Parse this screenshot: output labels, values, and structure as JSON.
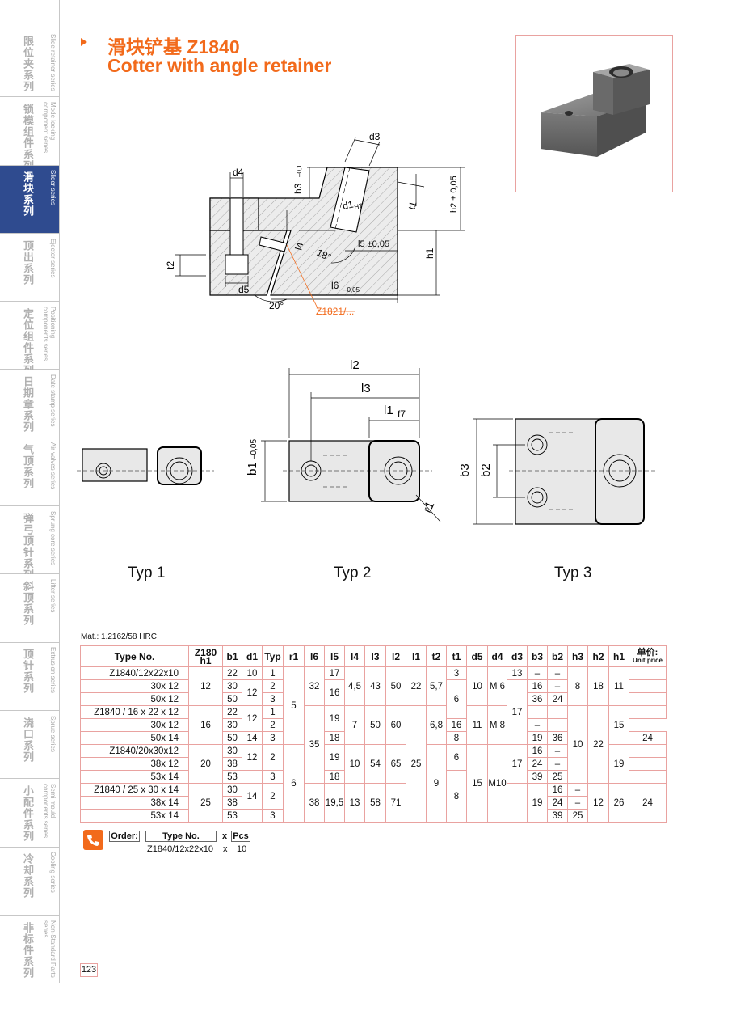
{
  "sidebar": {
    "tabs": [
      {
        "cn": "限位夹系列",
        "en": "Slide retainer series",
        "active": false
      },
      {
        "cn": "锁模组件系列",
        "en": "Mode locking component series",
        "active": false
      },
      {
        "cn": "滑块系列",
        "en": "Slider series",
        "active": true
      },
      {
        "cn": "顶出系列",
        "en": "Ejector series",
        "active": false
      },
      {
        "cn": "定位组件系列",
        "en": "Positioning components series",
        "active": false
      },
      {
        "cn": "日期章系列",
        "en": "Date stamp series",
        "active": false
      },
      {
        "cn": "气顶系列",
        "en": "Air valves series",
        "active": false
      },
      {
        "cn": "弹弓顶针系列",
        "en": "Sprung core series",
        "active": false
      },
      {
        "cn": "斜顶系列",
        "en": "Lifter series",
        "active": false
      },
      {
        "cn": "顶针系列",
        "en": "Extrusion series",
        "active": false
      },
      {
        "cn": "浇口系列",
        "en": "Sprue series",
        "active": false
      },
      {
        "cn": "小配件系列",
        "en": "Semi mould components series",
        "active": false
      },
      {
        "cn": "冷却系列",
        "en": "Cooling series",
        "active": false
      },
      {
        "cn": "非标件系列",
        "en": "Non-Standard Parts series",
        "active": false
      }
    ]
  },
  "header": {
    "title_cn": "滑块铲基  Z1840",
    "title_en": "Cotter with angle retainer"
  },
  "colors": {
    "accent": "#f26a1b",
    "sidebar_active": "#2f4b8f",
    "table_border": "#e9a2a0"
  },
  "drawing": {
    "labels": {
      "d3": "d3",
      "d4": "d4",
      "h3": "h3",
      "h3_tol": "–0,1",
      "h2": "h2 ± 0,05",
      "t1": "t1",
      "d1": "d1",
      "d1_tol": "H7",
      "l4": "l4",
      "angle18": "18°",
      "l5": "l5 ±0,05",
      "h1": "h1",
      "t2": "t2",
      "d5": "d5",
      "l6": "l6",
      "l6_tol": "–0,05",
      "angle20": "20°",
      "ref": "Z1821/..."
    }
  },
  "types": {
    "typ1": "Typ 1",
    "typ2": "Typ 2",
    "typ3": "Typ 3",
    "labels": {
      "l2": "l2",
      "l3": "l3",
      "l1": "l1",
      "f7": "f7",
      "b1": "b1",
      "b1_tol": "–0,05",
      "r1": "r1",
      "b3": "b3",
      "b2": "b2"
    }
  },
  "material": "Mat.: 1.2162/58 HRC",
  "table": {
    "headers": {
      "type": "Type No.",
      "z180": "Z180",
      "z180_sub": "h1",
      "b1": "b1",
      "d1": "d1",
      "typ": "Typ",
      "r1": "r1",
      "l6": "l6",
      "l5": "l5",
      "l4": "l4",
      "l3": "l3",
      "l2": "l2",
      "l1": "l1",
      "t2": "t2",
      "t1": "t1",
      "d5": "d5",
      "d4": "d4",
      "d3": "d3",
      "b3": "b3",
      "b2": "b2",
      "h3": "h3",
      "h2": "h2",
      "h1": "h1",
      "price_cn": "单价:",
      "price_en": "Unit price"
    },
    "c": {
      "r1": "Z1840/12x22x10",
      "r2": "30x 12",
      "r3": "50x 12",
      "r4": "Z1840 / 16 x 22 x 12",
      "r5": "30x 12",
      "r6": "50x 14",
      "r7": "Z1840/20x30x12",
      "r8": "38x 12",
      "r9": "53x 14",
      "r10": "Z1840 / 25 x 30 x 14",
      "r11": "38x 14",
      "r12": "53x 14",
      "z12": "12",
      "z16": "16",
      "z20": "20",
      "z25": "25",
      "b1_1": "22",
      "b1_2": "30",
      "b1_3": "50",
      "b1_4": "22",
      "b1_5": "30",
      "b1_6": "50",
      "b1_7": "30",
      "b1_8": "38",
      "b1_9": "53",
      "b1_10": "30",
      "b1_11": "38",
      "b1_12": "53",
      "d1_a": "10",
      "d1_b": "12",
      "d1_c": "12",
      "d1_d": "14",
      "d1_e": "12",
      "d1_f": "14",
      "typ1": "1",
      "typ2": "2",
      "typ3": "3",
      "typ4": "1",
      "typ5": "2",
      "typ6": "3",
      "typ7": "2",
      "typ8": "3",
      "typ9": "2",
      "typ10": "3",
      "r1_a": "5",
      "r1_b": "6",
      "l6_a": "32",
      "l6_b": "35",
      "l6_c": "38",
      "l5_a": "17",
      "l5_b": "16",
      "l5_c": "19",
      "l5_d": "18",
      "l5_e": "19",
      "l5_f": "18",
      "l5_g": "19,5",
      "l4_a": "4,5",
      "l4_b": "7",
      "l4_c": "10",
      "l4_d": "13",
      "l3_a": "43",
      "l3_b": "50",
      "l3_c": "54",
      "l3_d": "58",
      "l2_a": "50",
      "l2_b": "60",
      "l2_c": "65",
      "l2_d": "71",
      "l1_a": "22",
      "l1_b": "25",
      "t2_a": "5,7",
      "t2_b": "6,8",
      "t2_c": "9",
      "t1_a": "3",
      "t1_b": "6",
      "t1_c": "8",
      "t1_d": "6",
      "t1_e": "8",
      "d5_a": "10",
      "d5_b": "11",
      "d5_c": "15",
      "d4_a": "M 6",
      "d4_b": "M 8",
      "d4_c": "M10",
      "d3_a": "13",
      "d3_b": "17",
      "d3_c": "19",
      "d3_d": "17",
      "d3_e": "19",
      "b3_1": "–",
      "b3_2": "16",
      "b3_3": "36",
      "b3_5": "16",
      "b3_6": "36",
      "b3_7": "16",
      "b3_8": "24",
      "b3_9": "39",
      "b3_10": "16",
      "b3_11": "24",
      "b3_12": "39",
      "b2_1": "–",
      "b2_2": "–",
      "b2_3": "24",
      "b2_5": "–",
      "b2_6": "24",
      "b2_7": "–",
      "b2_8": "–",
      "b2_9": "25",
      "b2_10": "–",
      "b2_11": "–",
      "b2_12": "25",
      "h3_a": "8",
      "h3_b": "10",
      "h3_c": "12",
      "h2_a": "18",
      "h2_b": "22",
      "h2_c": "26",
      "h1_a": "11",
      "h1_b": "15",
      "h1_c": "19",
      "h1_d": "24"
    }
  },
  "order": {
    "label": "Order:",
    "type_label": "Type No.",
    "x": "x",
    "pcs": "Pcs",
    "example": "Z1840/12x22x10",
    "qty": "10"
  },
  "page_number": "123"
}
